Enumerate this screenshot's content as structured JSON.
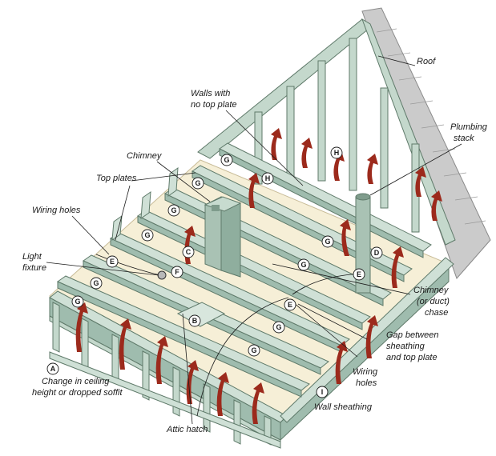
{
  "labels": {
    "roof": "Roof",
    "walls_no_top_plate_1": "Walls with",
    "walls_no_top_plate_2": "no top plate",
    "plumbing_stack_1": "Plumbing",
    "plumbing_stack_2": "stack",
    "chimney": "Chimney",
    "top_plates": "Top plates",
    "wiring_holes_top": "Wiring holes",
    "light_fixture_1": "Light",
    "light_fixture_2": "fixture",
    "chimney_chase_1": "Chimney",
    "chimney_chase_2": "(or duct)",
    "chimney_chase_3": "chase",
    "gap_1": "Gap between",
    "gap_2": "sheathing",
    "gap_3": "and top plate",
    "wiring_holes_bottom_1": "Wiring",
    "wiring_holes_bottom_2": "holes",
    "change_ceiling_1": "Change in ceiling",
    "change_ceiling_2": "height or dropped soffit",
    "wall_sheathing": "Wall sheathing",
    "attic_hatch": "Attic hatch"
  },
  "markers": {
    "a": "A",
    "b": "B",
    "c": "C",
    "d": "D",
    "e": "E",
    "f": "F",
    "g": "G",
    "h": "H",
    "i": "I"
  },
  "colors": {
    "arrow": "#9c2a1c",
    "framing": "#cfe0d6",
    "framing_dark": "#9fbcae",
    "roof": "#c9c9c9",
    "floor": "#f6efd7"
  }
}
